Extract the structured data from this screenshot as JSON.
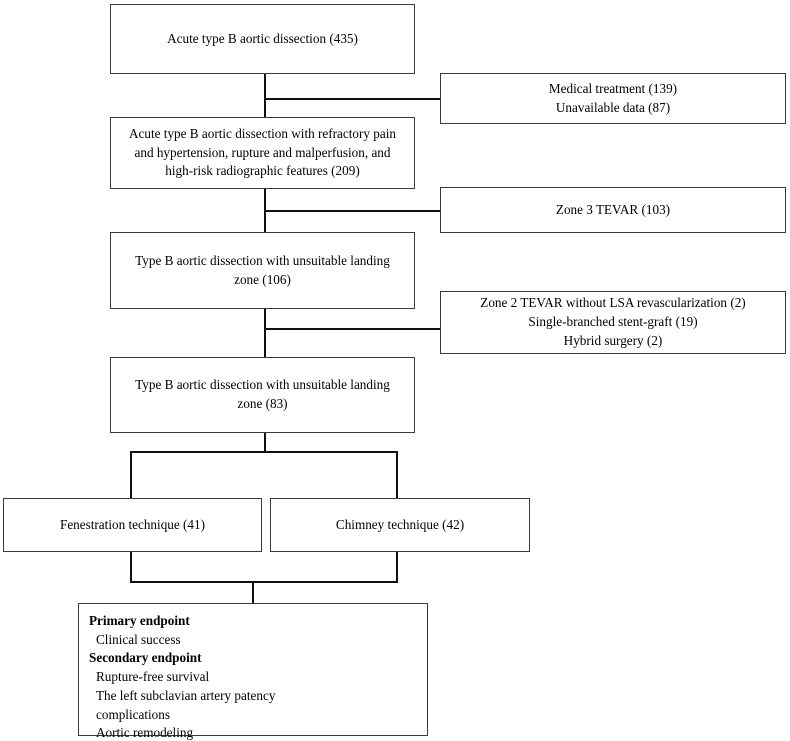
{
  "diagram": {
    "title": "Acute type B aortic dissection patient flow diagram",
    "nodes": {
      "n1": {
        "name": "cohort-total",
        "lines": [
          "Acute type B aortic dissection (435)"
        ]
      },
      "x1": {
        "name": "exclusion-medical-unavailable",
        "lines": [
          "Medical treatment (139)",
          "Unavailable data (87)"
        ]
      },
      "n2": {
        "name": "cohort-indications",
        "lines": [
          "Acute type B aortic dissection with  refractory pain",
          "and hypertension, rupture and malperfusion, and",
          "high-risk radiographic features (209)"
        ]
      },
      "x2": {
        "name": "exclusion-zone3-tevar",
        "lines": [
          "Zone 3 TEVAR (103)"
        ]
      },
      "n3": {
        "name": "cohort-unsuitable-landing-106",
        "lines": [
          "Type B aortic dissection with unsuitable landing",
          "zone (106)"
        ]
      },
      "x3": {
        "name": "exclusion-other-procedures",
        "lines": [
          "Zone 2 TEVAR without LSA revascularization (2)",
          "Single-branched stent-graft (19)",
          "Hybrid surgery (2)"
        ]
      },
      "n4": {
        "name": "cohort-unsuitable-landing-83",
        "lines": [
          "Type B aortic dissection with unsuitable landing",
          "zone (83)"
        ]
      },
      "g1": {
        "name": "group-fenestration",
        "lines": [
          "Fenestration technique (41)"
        ]
      },
      "g2": {
        "name": "group-chimney",
        "lines": [
          "Chimney technique (42)"
        ]
      },
      "ep": {
        "name": "endpoints",
        "lines": [
          {
            "text": "Primary endpoint",
            "bold": true,
            "indent": false
          },
          {
            "text": "Clinical success",
            "bold": false,
            "indent": true
          },
          {
            "text": "Secondary endpoint",
            "bold": true,
            "indent": false
          },
          {
            "text": "Rupture-free survival",
            "bold": false,
            "indent": true
          },
          {
            "text": "The left subclavian artery patency",
            "bold": false,
            "indent": true
          },
          {
            "text": "complications",
            "bold": false,
            "indent": true
          },
          {
            "text": "Aortic remodeling",
            "bold": false,
            "indent": true
          }
        ]
      }
    },
    "colors": {
      "border": "#3b3b3b",
      "connector": "#111111",
      "background": "#ffffff",
      "text": "#000000"
    }
  }
}
